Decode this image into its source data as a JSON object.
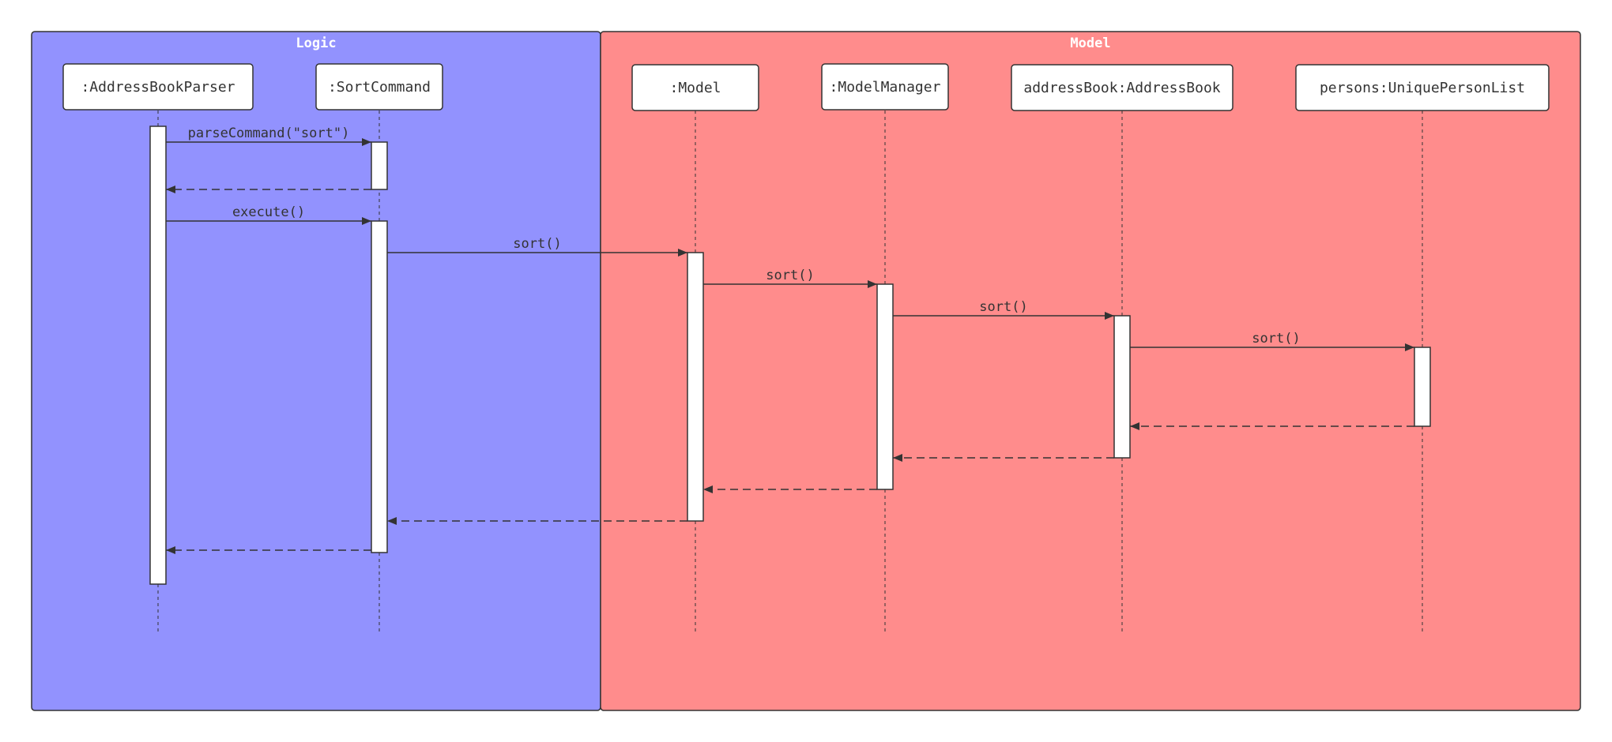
{
  "frames": [
    {
      "name": "logic",
      "title": "Logic",
      "color": "#9292fe"
    },
    {
      "name": "model",
      "title": "Model",
      "color": "#ff8c8c"
    }
  ],
  "participants": [
    {
      "name": "address-book-parser",
      "label": ":AddressBookParser"
    },
    {
      "name": "sort-command",
      "label": ":SortCommand"
    },
    {
      "name": "model",
      "label": ":Model"
    },
    {
      "name": "model-manager",
      "label": ":ModelManager"
    },
    {
      "name": "address-book",
      "label": "addressBook:AddressBook"
    },
    {
      "name": "unique-person-list",
      "label": "persons:UniquePersonList"
    }
  ],
  "messages": [
    {
      "name": "parse-command",
      "label": "parseCommand(\"sort\")"
    },
    {
      "name": "execute",
      "label": "execute()"
    },
    {
      "name": "sort-to-model",
      "label": "sort()"
    },
    {
      "name": "sort-to-model-manager",
      "label": "sort()"
    },
    {
      "name": "sort-to-address-book",
      "label": "sort()"
    },
    {
      "name": "sort-to-person-list",
      "label": "sort()"
    }
  ]
}
